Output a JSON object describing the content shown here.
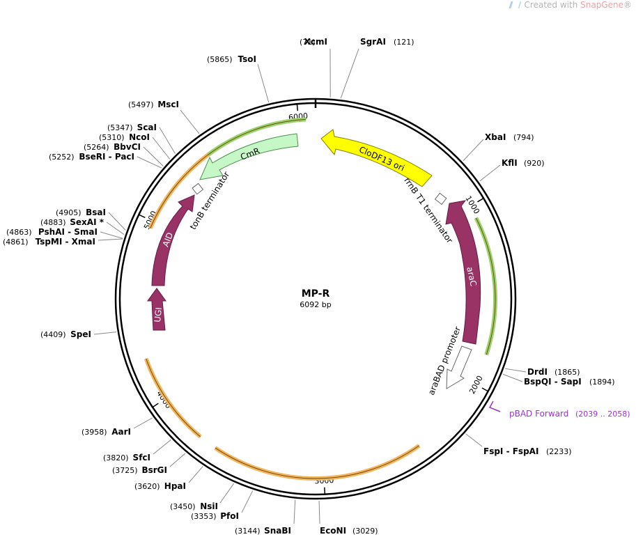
{
  "watermark": {
    "prefix": "Created with ",
    "brand": "SnapGene",
    "reg": "®"
  },
  "plasmid": {
    "name": "MP-R",
    "length_label": "6092 bp",
    "length": 6092
  },
  "ticks": [
    {
      "bp": 1000,
      "label": "1000"
    },
    {
      "bp": 2000,
      "label": "2000"
    },
    {
      "bp": 3000,
      "label": "3000"
    },
    {
      "bp": 4000,
      "label": "4000"
    },
    {
      "bp": 5000,
      "label": "5000"
    },
    {
      "bp": 6000,
      "label": "6000"
    }
  ],
  "enzymes": [
    {
      "name": "XcmI",
      "pos": "(71)",
      "bp": 71,
      "side": "left",
      "row": 1
    },
    {
      "name": "SgrAI",
      "pos": "(121)",
      "bp": 121,
      "side": "right",
      "row": 1
    },
    {
      "name": "XbaI",
      "pos": "(794)",
      "bp": 794,
      "side": "right",
      "row": 3
    },
    {
      "name": "KflI",
      "pos": "(920)",
      "bp": 920,
      "side": "right",
      "row": 4
    },
    {
      "name": "DrdI",
      "pos": "(1865)",
      "bp": 1865,
      "side": "right",
      "row": 5
    },
    {
      "name": "BspQI - SapI",
      "pos": "(1894)",
      "bp": 1894,
      "side": "right",
      "row": 6
    },
    {
      "name": "FspI - FspAI",
      "pos": "(2233)",
      "bp": 2233,
      "side": "right",
      "row": 7
    },
    {
      "name": "EcoNI",
      "pos": "(3029)",
      "bp": 3029,
      "side": "right",
      "row": 8
    },
    {
      "name": "SnaBI",
      "pos": "(3144)",
      "bp": 3144,
      "side": "left",
      "row": 9
    },
    {
      "name": "PfoI",
      "pos": "(3353)",
      "bp": 3353,
      "side": "left",
      "row": 10
    },
    {
      "name": "NsiI",
      "pos": "(3450)",
      "bp": 3450,
      "side": "left",
      "row": 11
    },
    {
      "name": "HpaI",
      "pos": "(3620)",
      "bp": 3620,
      "side": "left",
      "row": 12
    },
    {
      "name": "BsrGI",
      "pos": "(3725)",
      "bp": 3725,
      "side": "left",
      "row": 13
    },
    {
      "name": "SfcI",
      "pos": "(3820)",
      "bp": 3820,
      "side": "left",
      "row": 14
    },
    {
      "name": "AarI",
      "pos": "(3958)",
      "bp": 3958,
      "side": "left",
      "row": 15
    },
    {
      "name": "SpeI",
      "pos": "(4409)",
      "bp": 4409,
      "side": "left",
      "row": 16
    },
    {
      "name": "TspMI - XmaI",
      "pos": "(4861)",
      "bp": 4861,
      "side": "left",
      "row": 17
    },
    {
      "name": "PshAI - SmaI",
      "pos": "(4863)",
      "bp": 4863,
      "side": "left",
      "row": 18
    },
    {
      "name": "SexAI *",
      "pos": "(4883)",
      "bp": 4883,
      "side": "left",
      "row": 19,
      "muted": true
    },
    {
      "name": "BsaI",
      "pos": "(4905)",
      "bp": 4905,
      "side": "left",
      "row": 20
    },
    {
      "name": "BseRI - PacI",
      "pos": "(5252)",
      "bp": 5252,
      "side": "left",
      "row": 21
    },
    {
      "name": "BbvCI",
      "pos": "(5264)",
      "bp": 5264,
      "side": "left",
      "row": 22
    },
    {
      "name": "NcoI",
      "pos": "(5310)",
      "bp": 5310,
      "side": "left",
      "row": 23
    },
    {
      "name": "ScaI",
      "pos": "(5347)",
      "bp": 5347,
      "side": "left",
      "row": 24
    },
    {
      "name": "MscI",
      "pos": "(5497)",
      "bp": 5497,
      "side": "left",
      "row": 25
    },
    {
      "name": "TsoI",
      "pos": "(5865)",
      "bp": 5865,
      "side": "left",
      "row": 26
    }
  ],
  "features": [
    {
      "name": "CloDF13 ori",
      "color": "#ffff00",
      "stroke": "#808000",
      "label_color": "#000000"
    },
    {
      "name": "CmR",
      "color": "#c6f7c6",
      "stroke": "#4e8f4e",
      "label_color": "#000000"
    },
    {
      "name": "araC",
      "color": "#993366",
      "stroke": "#661a44",
      "label_color": "#ffffff"
    },
    {
      "name": "AID",
      "color": "#993366",
      "stroke": "#661a44",
      "label_color": "#ffffff"
    },
    {
      "name": "UGI",
      "color": "#993366",
      "stroke": "#661a44",
      "label_color": "#ffffff"
    },
    {
      "name": "araBAD promoter",
      "color": "#ffffff",
      "stroke": "#666666",
      "label_color": "#000000"
    },
    {
      "name": "rrnB T1 terminator",
      "color": "#ffffff",
      "stroke": "#666666",
      "label_color": "#000000"
    },
    {
      "name": "tonB terminator",
      "color": "#ffffff",
      "stroke": "#666666",
      "label_color": "#000000"
    }
  ],
  "primer": {
    "name": "pBAD Forward",
    "range": "(2039 .. 2058)",
    "color": "#9933cc"
  },
  "colors": {
    "backbone": "#000000",
    "orange_orf": "#f4b45a",
    "green_orf": "#9bd36b"
  }
}
